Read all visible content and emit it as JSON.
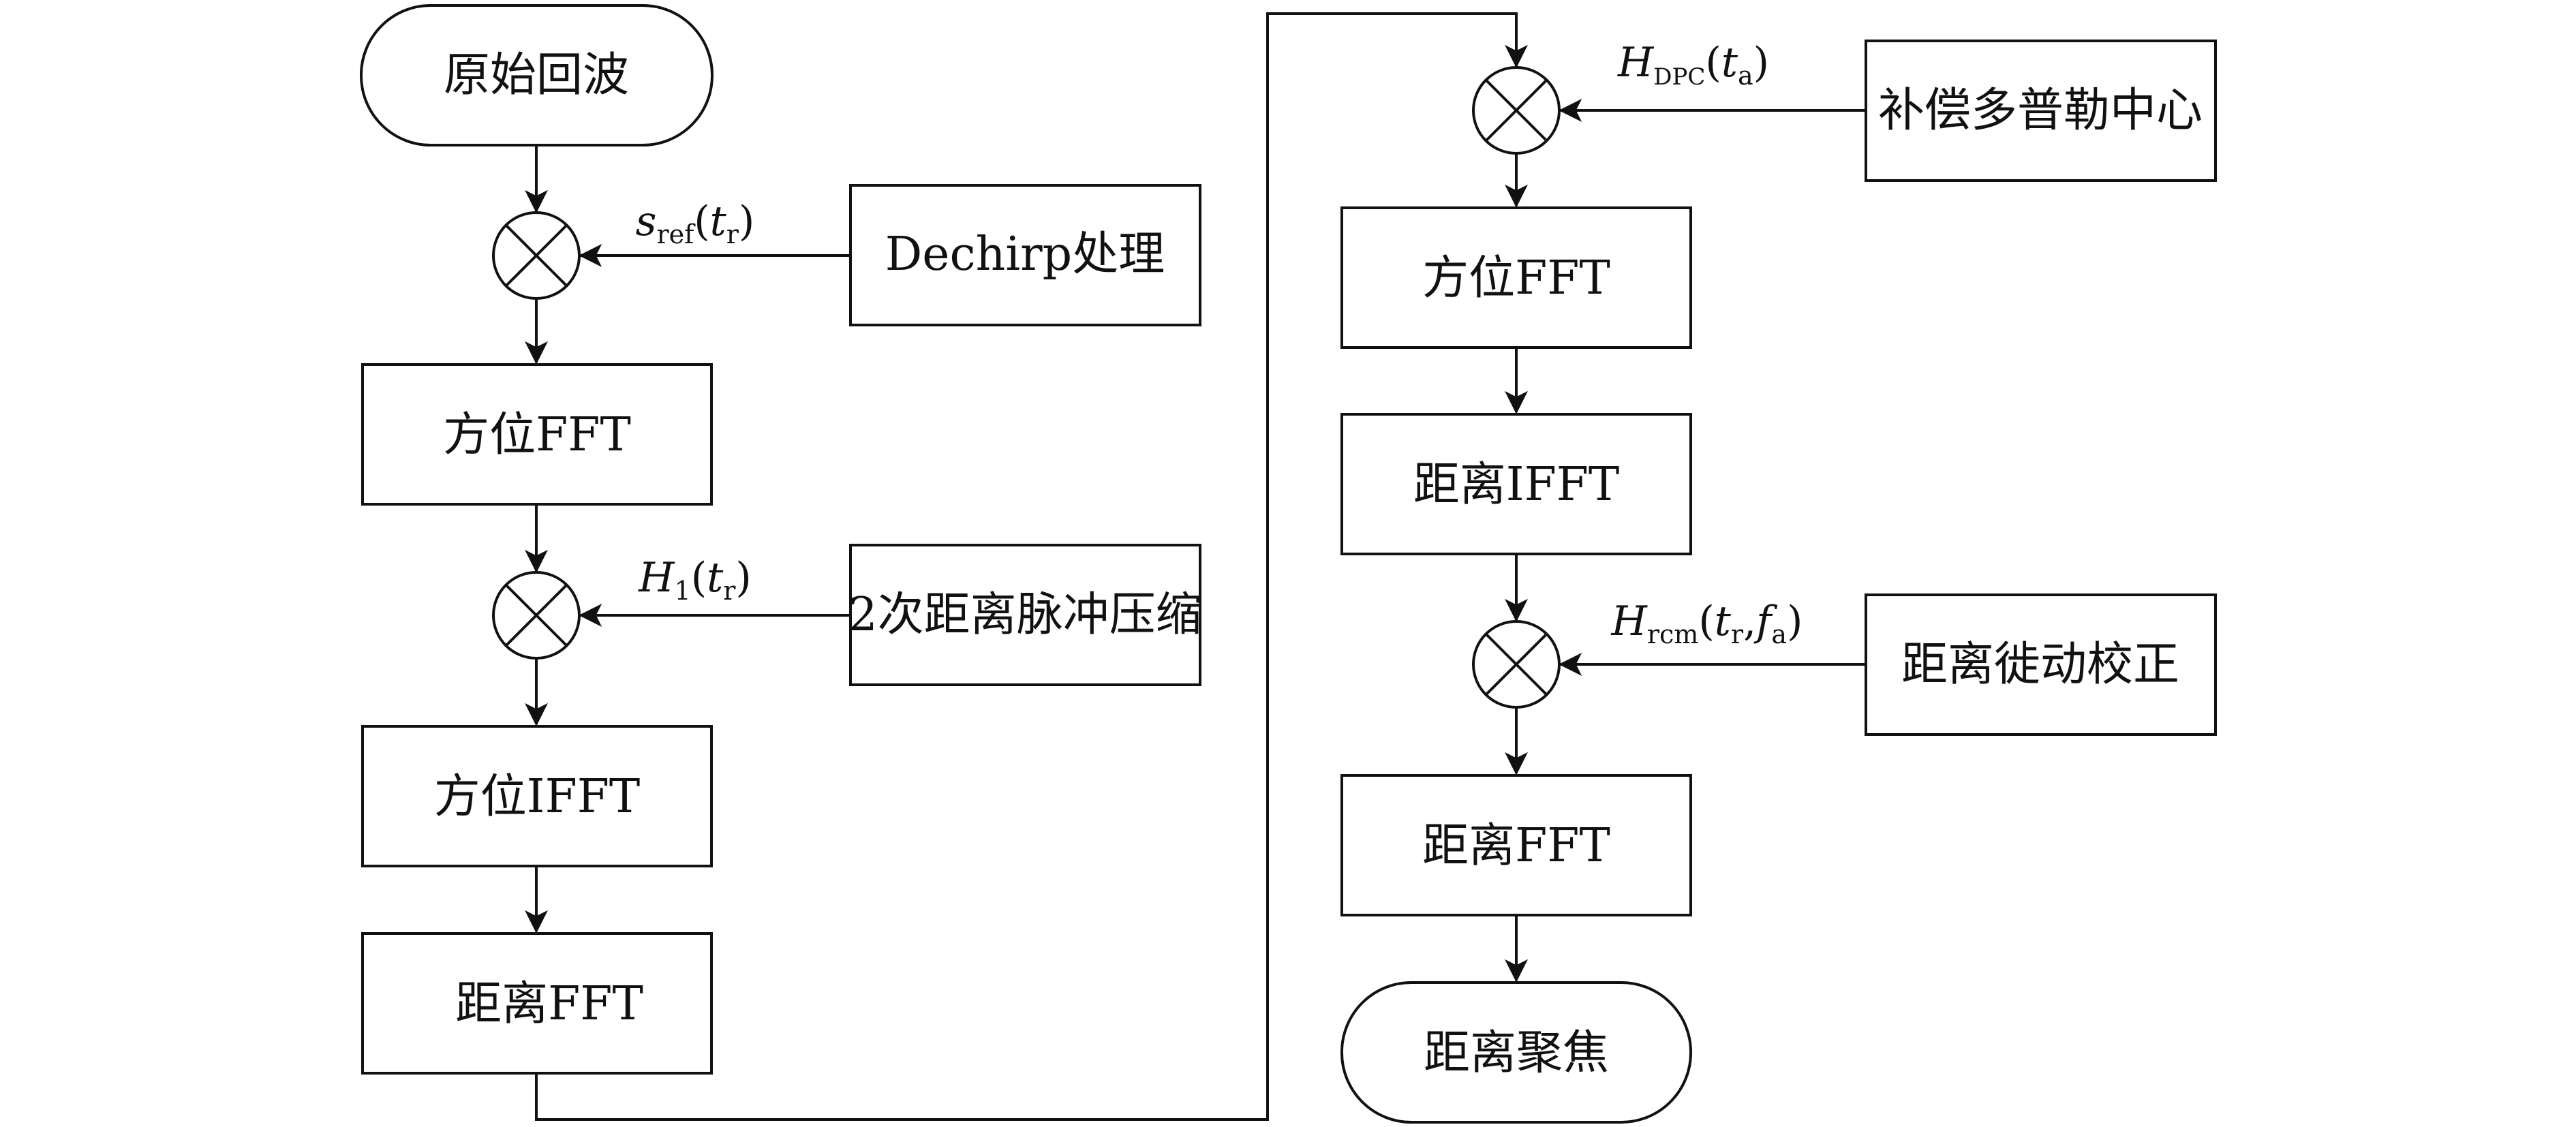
{
  "nodes": {
    "raw_echo": "原始回波",
    "dechirp": "Dechirp处理",
    "azimuth_fft_1": "方位FFT",
    "secondary_range_compression": "2次距离脉冲压缩",
    "azimuth_ifft": "方位IFFT",
    "range_fft_1": "距离FFT",
    "doppler_compensation": "补偿多普勒中心",
    "azimuth_fft_2": "方位FFT",
    "range_ifft": "距离IFFT",
    "rcm_correction": "距离徙动校正",
    "range_fft_2": "距离FFT",
    "range_focusing": "距离聚焦"
  },
  "labels": {
    "sref": {
      "main": "s",
      "sub": "ref",
      "arg": "t",
      "argsub": "r"
    },
    "h1": {
      "main": "H",
      "sub": "1",
      "arg": "t",
      "argsub": "r"
    },
    "hdpc": {
      "main": "H",
      "sub": "DPC",
      "arg": "t",
      "argsub": "a"
    },
    "hrcm": {
      "main": "H",
      "sub": "rcm",
      "arg1": "t",
      "arg1sub": "r",
      "sep": ",",
      "arg2": "f",
      "arg2sub": "a"
    }
  }
}
